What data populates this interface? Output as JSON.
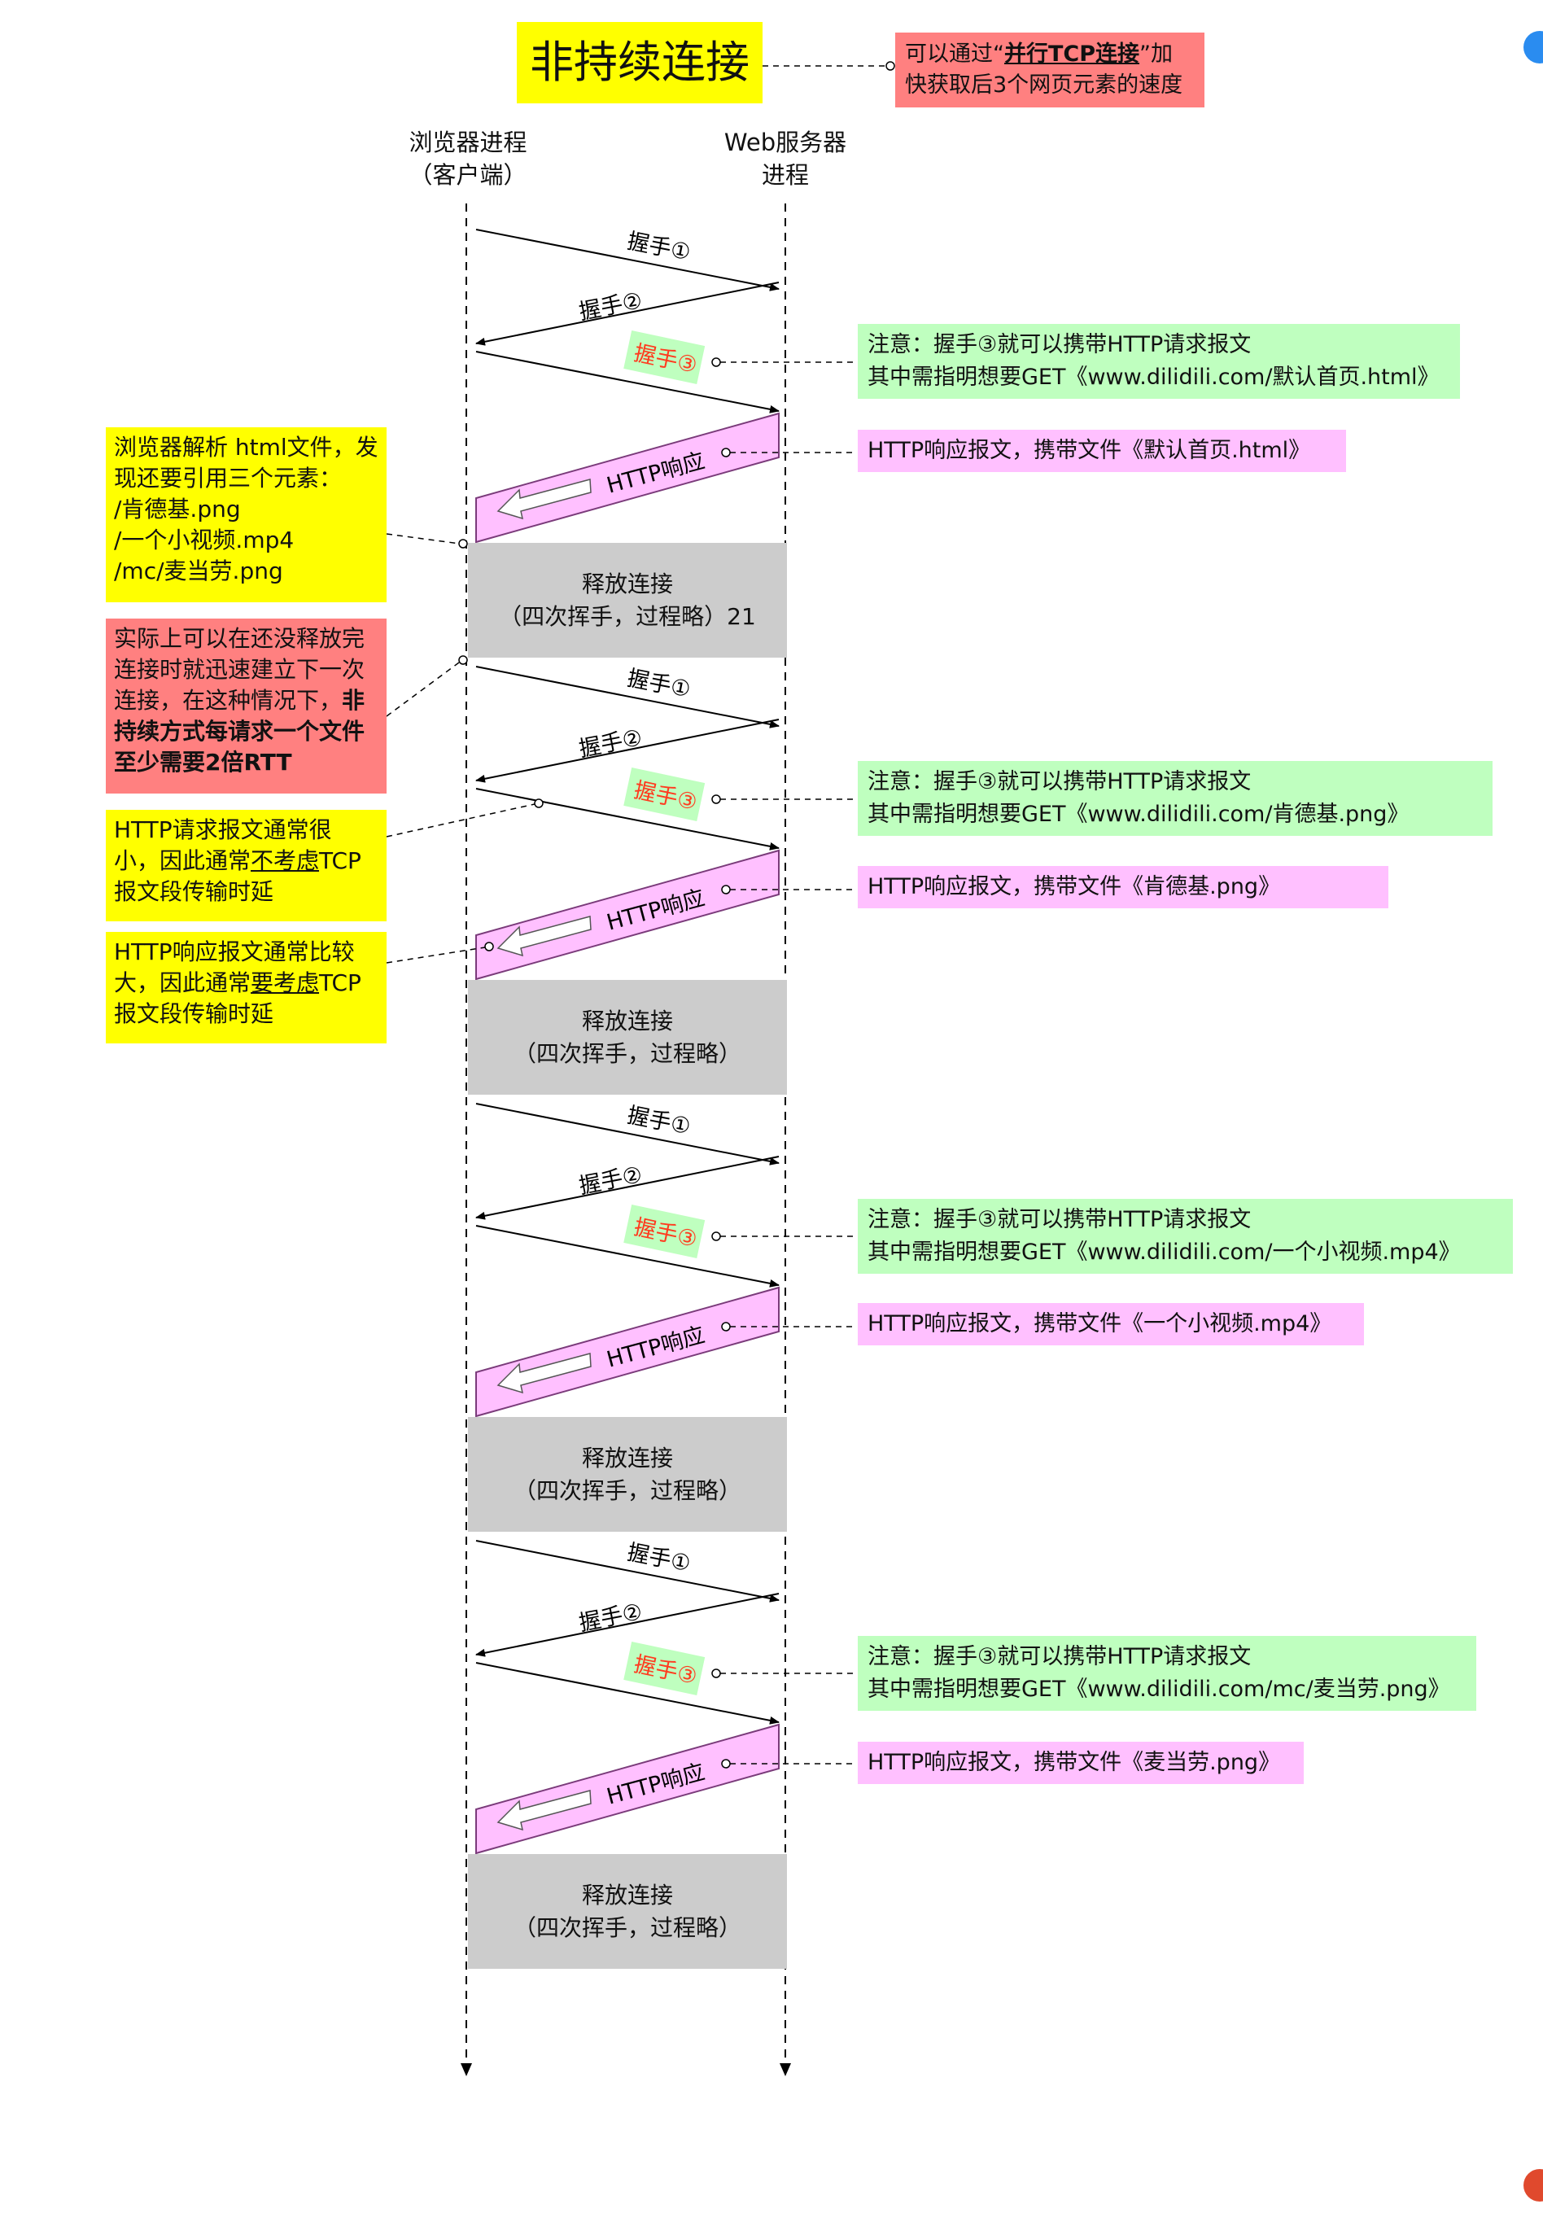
{
  "title": "非持续连接",
  "tip": {
    "prefix": "可以通过“",
    "bold": "并行TCP连接",
    "suffix": "”加快获取后3个网页元素的速度"
  },
  "columns": {
    "client_line1": "浏览器进程",
    "client_line2": "（客户端）",
    "server_line1": "Web服务器",
    "server_line2": "进程"
  },
  "labels": {
    "hs1": "握手①",
    "hs2": "握手②",
    "hs3": "握手③",
    "http_resp": "HTTP响应",
    "release_title": "释放连接",
    "release_sub": "（四次挥手，过程略）"
  },
  "release_first_sub": "（四次挥手，过程略）21",
  "cycles": [
    {
      "note_line1": "注意：握手③就可以携带HTTP请求报文",
      "note_line2": "其中需指明想要GET《www.dilidili.com/默认首页.html》",
      "response": "HTTP响应报文，携带文件《默认首页.html》"
    },
    {
      "note_line1": "注意：握手③就可以携带HTTP请求报文",
      "note_line2": "其中需指明想要GET《www.dilidili.com/肯德基.png》",
      "response": "HTTP响应报文，携带文件《肯德基.png》"
    },
    {
      "note_line1": "注意：握手③就可以携带HTTP请求报文",
      "note_line2": "其中需指明想要GET《www.dilidili.com/一个小视频.mp4》",
      "response": "HTTP响应报文，携带文件《一个小视频.mp4》"
    },
    {
      "note_line1": "注意：握手③就可以携带HTTP请求报文",
      "note_line2": "其中需指明想要GET《www.dilidili.com/mc/麦当劳.png》",
      "response": "HTTP响应报文，携带文件《麦当劳.png》"
    }
  ],
  "side_notes": {
    "parse": [
      "浏览器解析 html文件，发",
      "现还要引用三个元素：",
      "/肯德基.png",
      "/一个小视频.mp4",
      "/mc/麦当劳.png"
    ],
    "rtt": {
      "line1": "实际上可以在还没释放完",
      "line2": "连接时就迅速建立下一次",
      "line3_plain": "连接，在这种情况下，",
      "line3_bold": "非",
      "line4": "持续方式每请求一个文件",
      "line5": "至少需要2倍RTT"
    },
    "req_small": {
      "line1": "HTTP请求报文通常很",
      "line2_plain": "小，因此通常",
      "line2_u": "不考虑",
      "line2_end": "TCP",
      "line3": "报文段传输时延"
    },
    "resp_large": {
      "line1": "HTTP响应报文通常比较",
      "line2_plain": "大，因此通常",
      "line2_u": "要考虑",
      "line2_end": "TCP",
      "line3": "报文段传输时延"
    }
  },
  "colors": {
    "yellow": "#ffff00",
    "red_note": "#ff8080",
    "green_note": "#bfffbf",
    "pink": "#ffc0ff",
    "gray": "#cccccc",
    "handshake3": "#ff3b1f"
  }
}
